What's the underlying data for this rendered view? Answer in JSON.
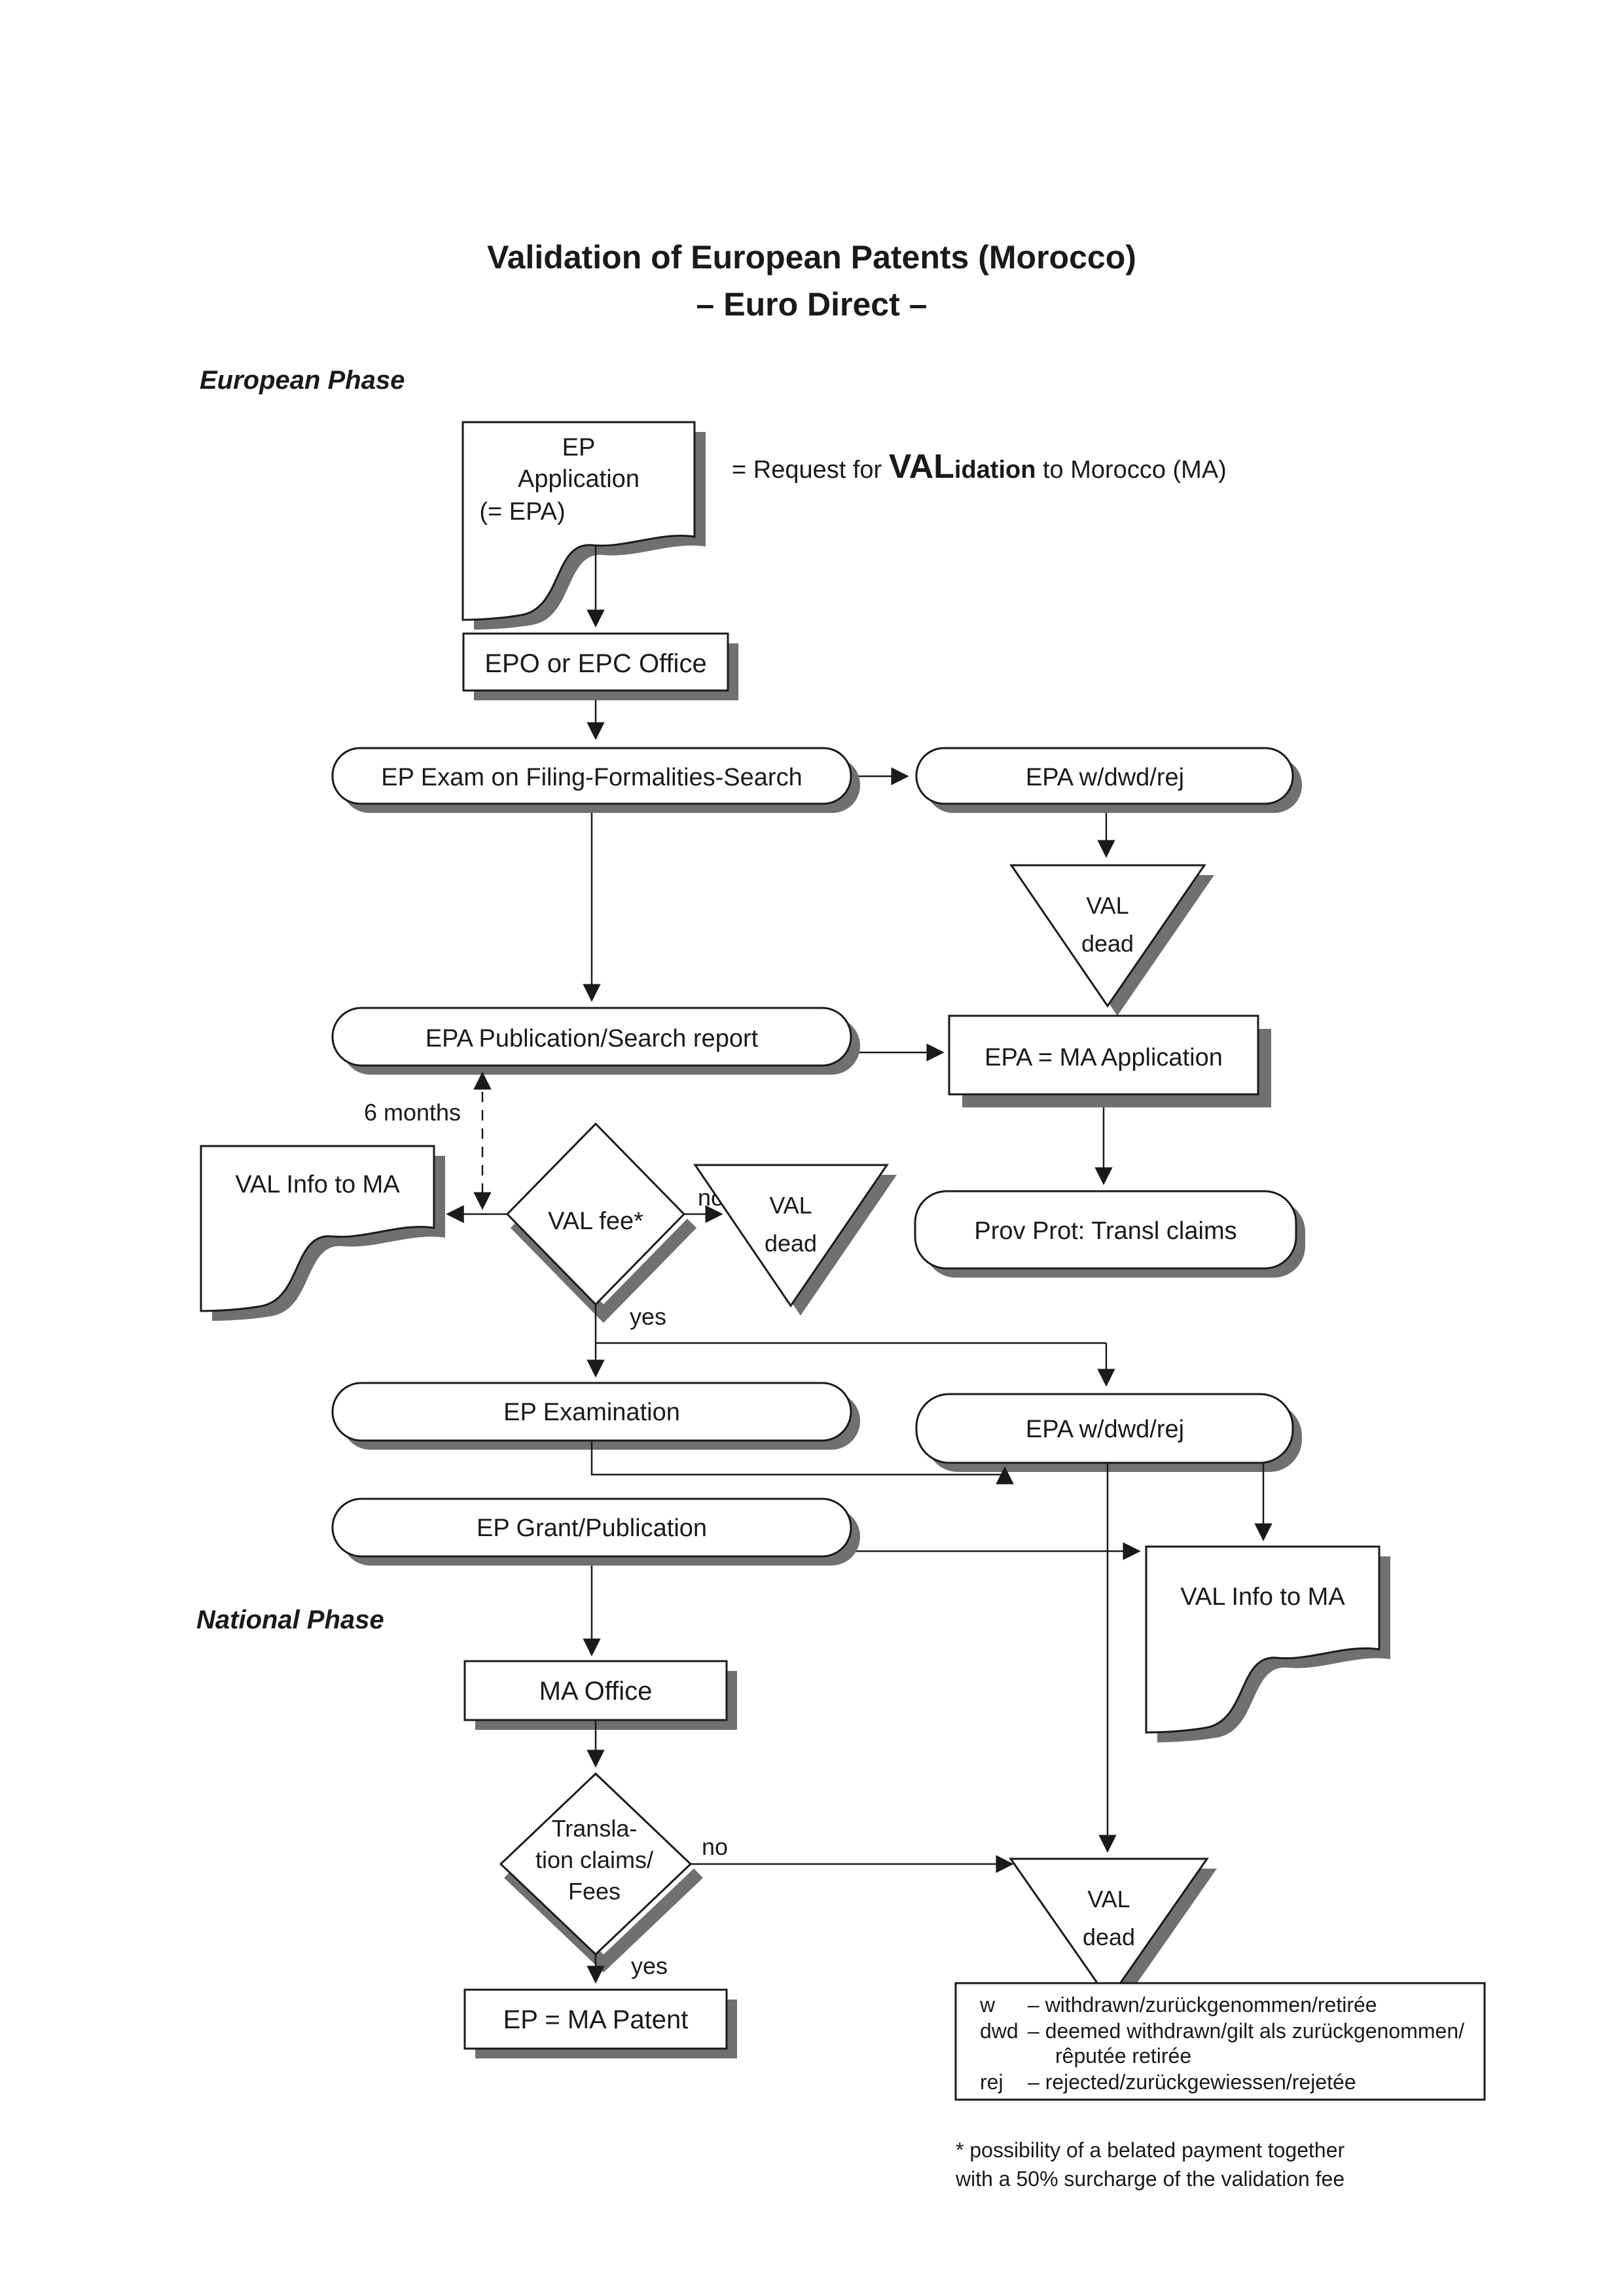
{
  "colors": {
    "ink": "#1a1a1a",
    "shadow": "#707070",
    "background": "#ffffff"
  },
  "title": {
    "line1": "Validation of European Patents (Morocco)",
    "line2": "– Euro Direct –"
  },
  "phases": {
    "european": "European Phase",
    "national": "National Phase"
  },
  "request_annotation": {
    "prefix": "= Request for ",
    "val": "VAL",
    "idation": "idation",
    "suffix": " to Morocco (MA)"
  },
  "nodes": {
    "ep_application": {
      "line1": "EP",
      "line2": "Application",
      "line3": "(= EPA)"
    },
    "epo_office": "EPO or EPC Office",
    "ep_exam": "EP Exam on Filing-Formalities-Search",
    "epa_wdwdrej_1": "EPA w/dwd/rej",
    "val_dead_1": {
      "line1": "VAL",
      "line2": "dead"
    },
    "epa_publication": "EPA Publication/Search report",
    "epa_ma_application": "EPA = MA Application",
    "prov_prot": "Prov Prot: Transl claims",
    "val_info_1": "VAL Info to MA",
    "val_fee": "VAL fee*",
    "val_dead_2": {
      "line1": "VAL",
      "line2": "dead"
    },
    "ep_examination": "EP Examination",
    "epa_wdwdrej_2": "EPA w/dwd/rej",
    "ep_grant": "EP Grant/Publication",
    "val_info_2": "VAL Info to MA",
    "ma_office": "MA Office",
    "translation": {
      "line1": "Transla-",
      "line2": "tion claims/",
      "line3": "Fees"
    },
    "val_dead_3": {
      "line1": "VAL",
      "line2": "dead"
    },
    "ep_ma_patent": "EP = MA Patent"
  },
  "labels": {
    "six_months": "6 months",
    "no_1": "no",
    "yes_1": "yes",
    "no_2": "no",
    "yes_2": "yes"
  },
  "legend": {
    "rows": [
      {
        "term": "w",
        "def": "– withdrawn/zurückgenommen/retirée"
      },
      {
        "term": "dwd",
        "def": "– deemed withdrawn/gilt als zurückgenommen/"
      },
      {
        "term": "",
        "def": "rêputée retirée"
      },
      {
        "term": "rej",
        "def": "– rejected/zurückgewiessen/rejetée"
      }
    ]
  },
  "footnote": {
    "line1": "* possibility of a belated payment together",
    "line2": "with a 50% surcharge of the validation fee"
  }
}
